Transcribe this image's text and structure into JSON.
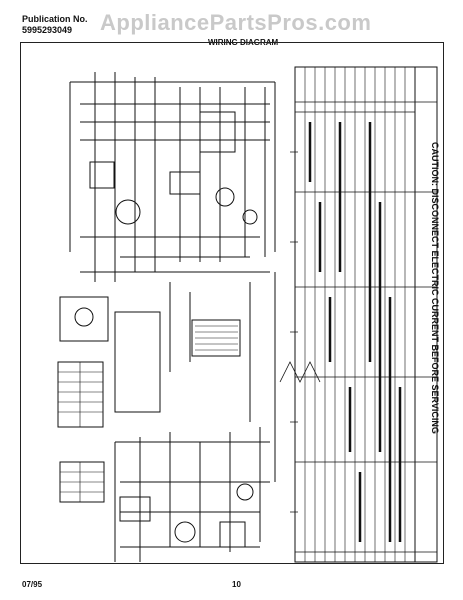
{
  "header": {
    "publication_label": "Publication No.",
    "publication_number": "5995293049",
    "brand_watermark": "AppliancePartsPros.com",
    "title": "WIRING DIAGRAM"
  },
  "caution": "CAUTION: DISCONNECT ELECTRIC CURRENT BEFORE SERVICING",
  "footer": {
    "date": "07/95",
    "page_number": "10"
  }
}
